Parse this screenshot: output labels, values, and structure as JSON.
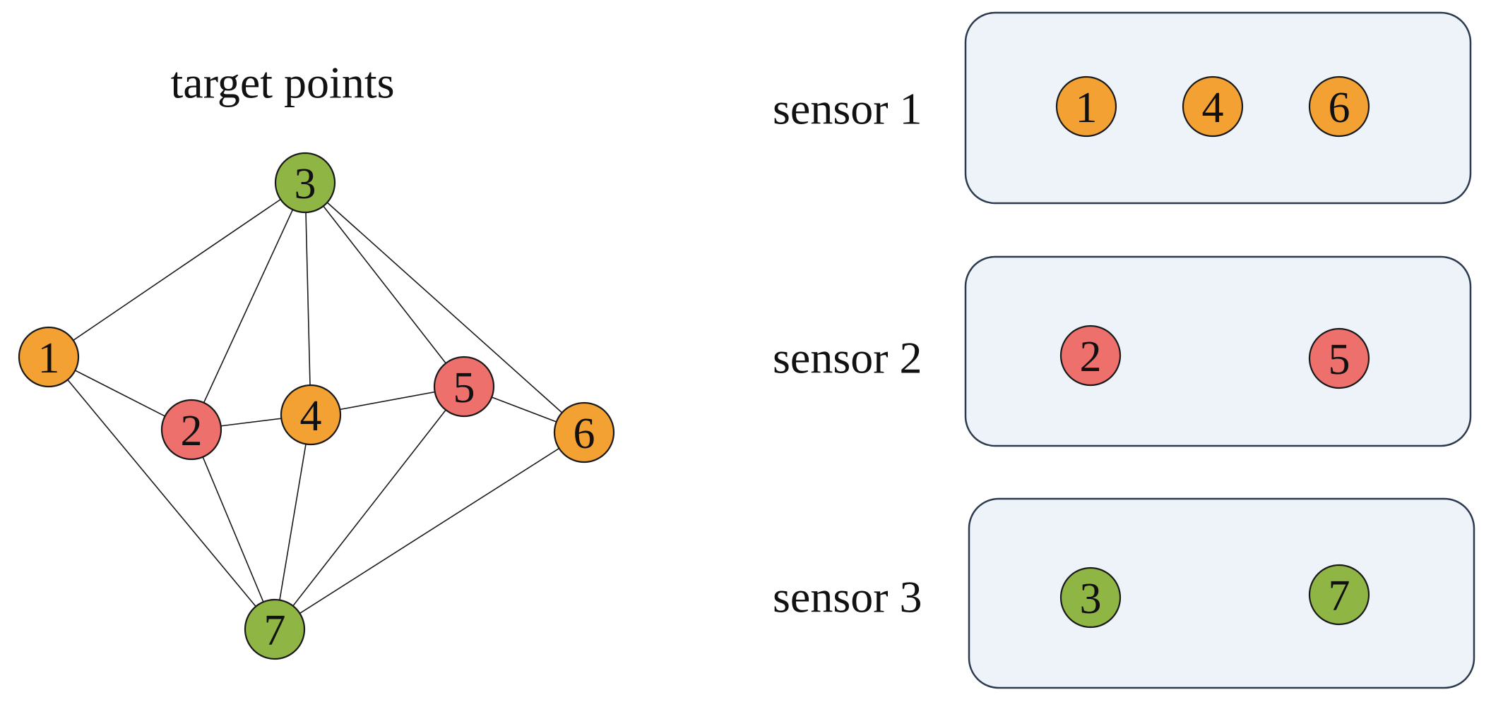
{
  "graph": {
    "title": "target points",
    "nodes": [
      {
        "id": "1",
        "label": "1",
        "group": "sensor-1"
      },
      {
        "id": "2",
        "label": "2",
        "group": "sensor-2"
      },
      {
        "id": "3",
        "label": "3",
        "group": "sensor-3"
      },
      {
        "id": "4",
        "label": "4",
        "group": "sensor-1"
      },
      {
        "id": "5",
        "label": "5",
        "group": "sensor-2"
      },
      {
        "id": "6",
        "label": "6",
        "group": "sensor-1"
      },
      {
        "id": "7",
        "label": "7",
        "group": "sensor-3"
      }
    ],
    "edges": [
      [
        "1",
        "3"
      ],
      [
        "1",
        "2"
      ],
      [
        "1",
        "7"
      ],
      [
        "2",
        "3"
      ],
      [
        "2",
        "4"
      ],
      [
        "2",
        "7"
      ],
      [
        "3",
        "4"
      ],
      [
        "3",
        "5"
      ],
      [
        "3",
        "6"
      ],
      [
        "4",
        "5"
      ],
      [
        "4",
        "7"
      ],
      [
        "5",
        "6"
      ],
      [
        "5",
        "7"
      ],
      [
        "6",
        "7"
      ]
    ]
  },
  "sensors": [
    {
      "id": "sensor-1",
      "label": "sensor 1",
      "members": [
        "1",
        "4",
        "6"
      ]
    },
    {
      "id": "sensor-2",
      "label": "sensor 2",
      "members": [
        "2",
        "5"
      ]
    },
    {
      "id": "sensor-3",
      "label": "sensor 3",
      "members": [
        "3",
        "7"
      ]
    }
  ],
  "colors": {
    "sensor-1": "#f4a133",
    "sensor-2": "#ed706c",
    "sensor-3": "#8fb544",
    "box_fill": "#eef3fa",
    "box_stroke": "#2b3a4e",
    "edge": "#1a1a1a"
  }
}
